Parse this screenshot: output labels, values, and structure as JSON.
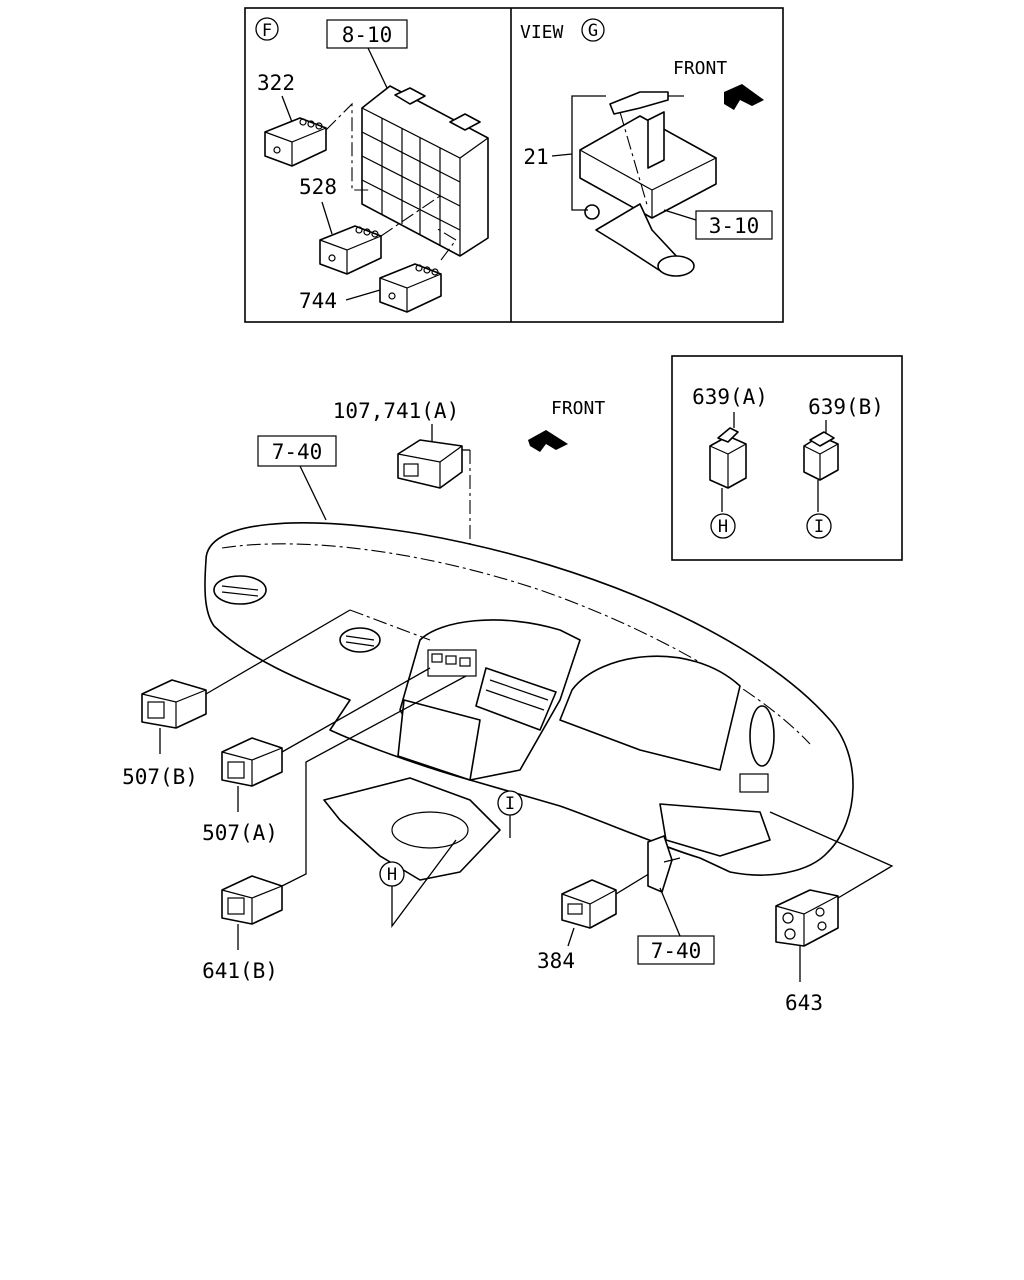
{
  "inset_top_left": {
    "view_marker": "F",
    "ref_box": "8-10",
    "parts": {
      "p322": "322",
      "p528": "528",
      "p744": "744"
    }
  },
  "inset_top_right": {
    "view_label": "VIEW",
    "view_marker": "G",
    "front_label": "FRONT",
    "part": "21",
    "ref_box": "3-10"
  },
  "inset_switches": {
    "part_a": "639(A)",
    "part_b": "639(B)",
    "marker_a": "H",
    "marker_b": "I"
  },
  "main": {
    "front_label": "FRONT",
    "ref_box_top": "7-40",
    "ref_box_bottom": "7-40",
    "p107_741": "107,741(A)",
    "p507b": "507(B)",
    "p507a": "507(A)",
    "p641b": "641(B)",
    "p384": "384",
    "p643": "643",
    "marker_h": "H",
    "marker_i": "I"
  }
}
